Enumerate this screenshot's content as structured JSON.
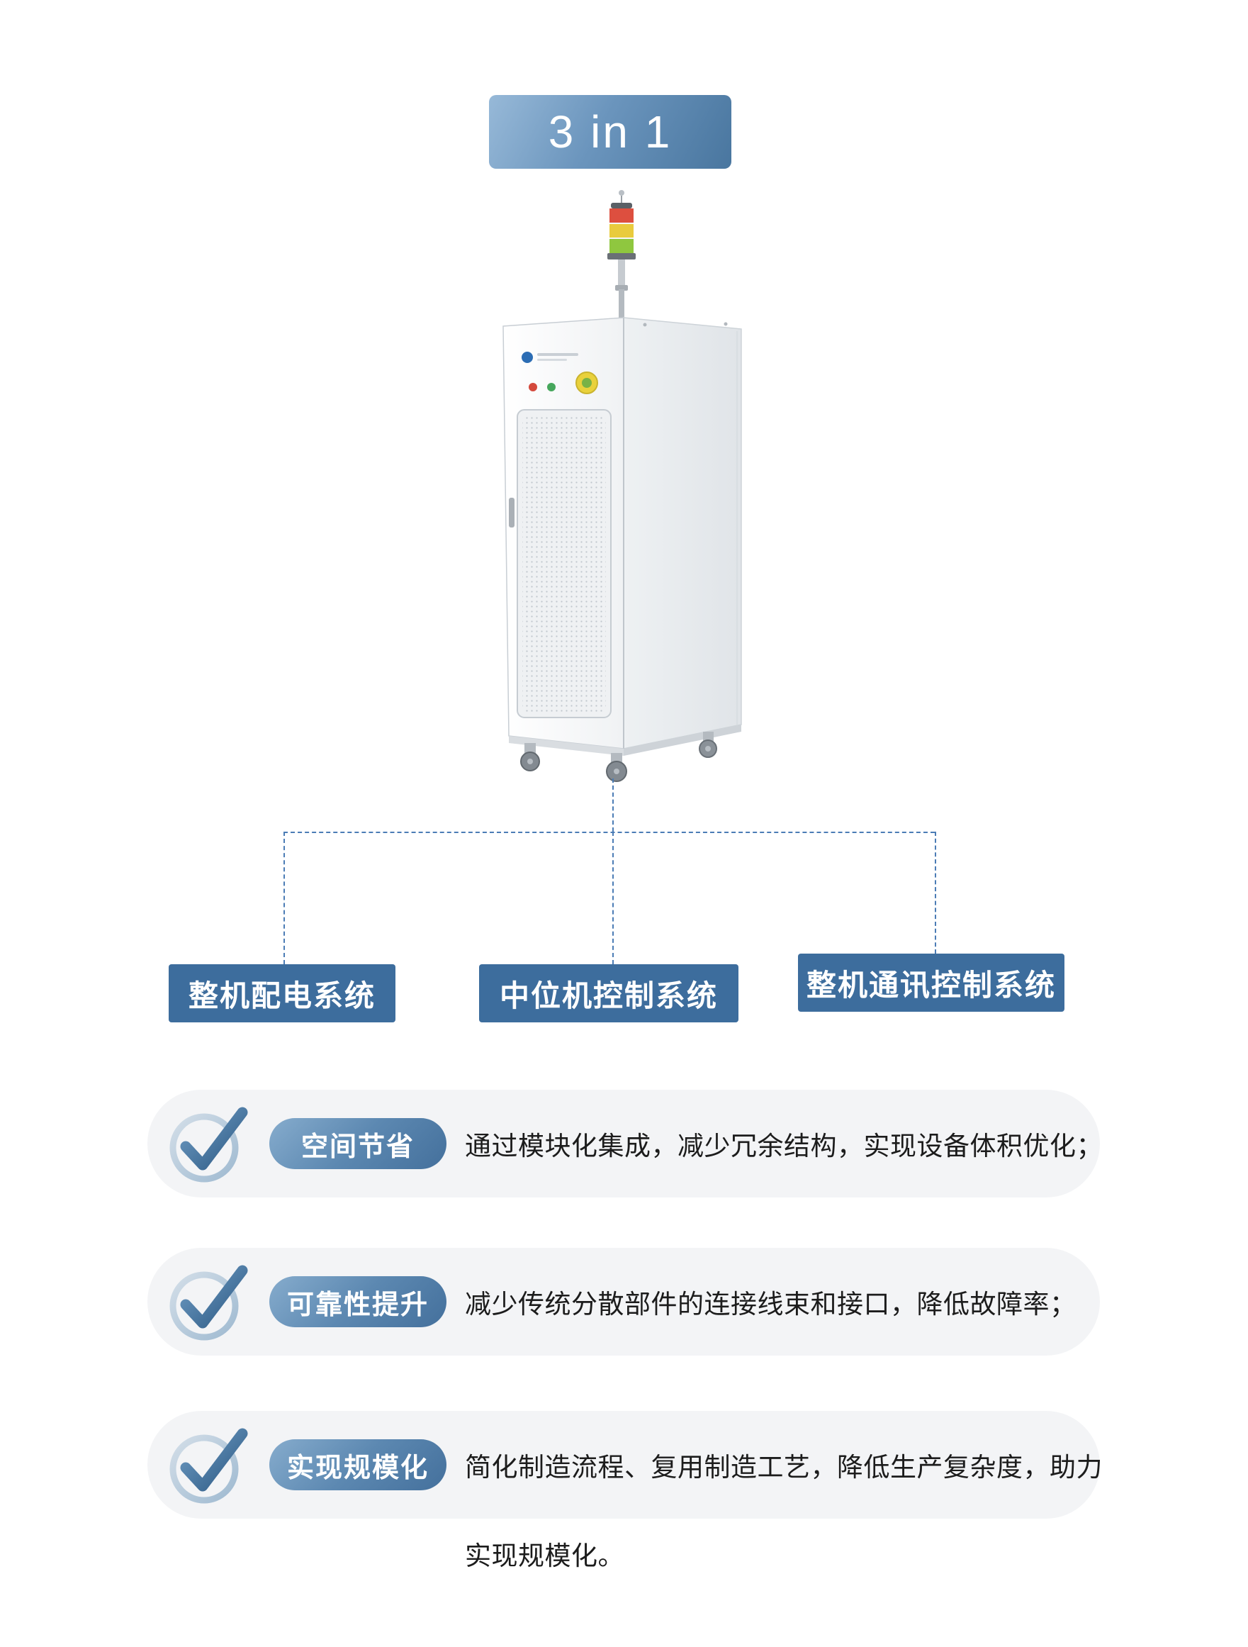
{
  "badge": {
    "label": "3 in 1"
  },
  "device": {
    "kind": "integrated-test-cabinet",
    "stack_light_colors": {
      "red": "#dd4f3f",
      "yellow": "#e9cb3d",
      "green": "#8fc73f"
    }
  },
  "systems": [
    {
      "label": "整机配电系统"
    },
    {
      "label": "中位机控制系统"
    },
    {
      "label": "整机通讯控制系统"
    }
  ],
  "features": [
    {
      "tag": "空间节省",
      "desc": "通过模块化集成，减少冗余结构，实现设备体积优化；"
    },
    {
      "tag": "可靠性提升",
      "desc": "减少传统分散部件的连接线束和接口，降低故障率；"
    },
    {
      "tag": "实现规模化",
      "desc": "简化制造流程、复用制造工艺，降低生产复杂度，助力",
      "desc_line2": "实现规模化。"
    }
  ],
  "colors": {
    "system_box_blue": "#3d6d9d",
    "badge_gradient_start": "#97b9d8",
    "badge_gradient_end": "#49769f",
    "feature_row_background": "#f3f4f6",
    "dashed_connector": "#4b7cb5",
    "check_blue": "#2d5a84"
  }
}
